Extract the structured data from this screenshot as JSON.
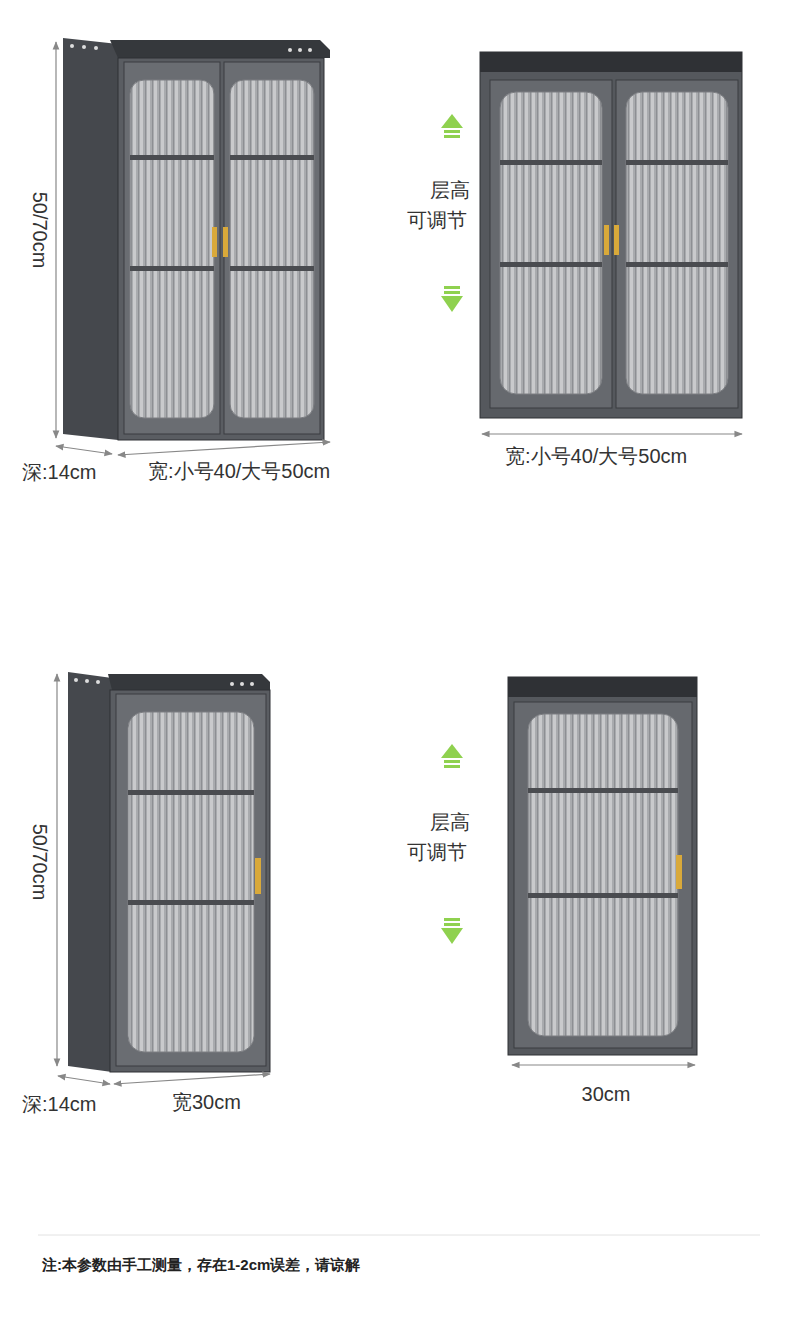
{
  "diagram": {
    "labels": [
      "50/70cm",
      "层高",
      "可调节",
      "深:14cm",
      "宽:小号40/大号50cm",
      "宽:小号40/大号50cm",
      "50/70cm",
      "层高",
      "可调节",
      "深:14cm",
      "宽30cm",
      "30cm",
      "注:本参数由手工测量，存在1-2cm误差，请谅解"
    ]
  }
}
